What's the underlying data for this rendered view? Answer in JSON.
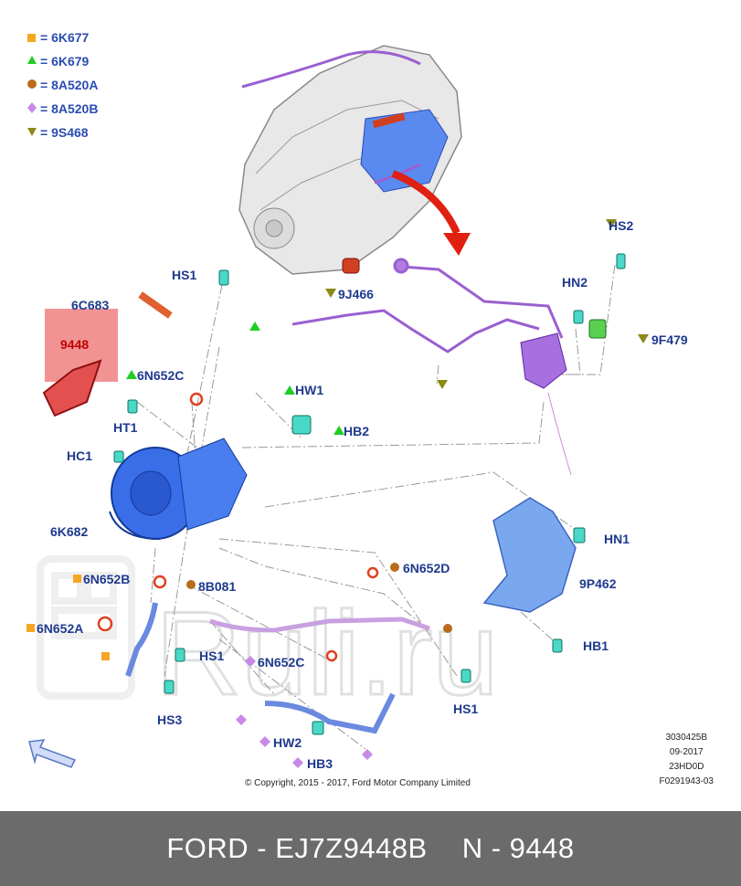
{
  "legend": [
    {
      "symbol": "square",
      "color": "#f5a623",
      "code": "= 6K677"
    },
    {
      "symbol": "triangle-up",
      "color": "#22cc22",
      "code": "= 6K679"
    },
    {
      "symbol": "circle",
      "color": "#b86c1c",
      "code": "= 8A520A"
    },
    {
      "symbol": "diamond",
      "color": "#c88ae6",
      "code": "= 8A520B"
    },
    {
      "symbol": "triangle-down",
      "color": "#8a8a14",
      "code": "= 9S468"
    }
  ],
  "labels": {
    "hs2": "HS2",
    "hs1_top": "HS1",
    "j466": "9J466",
    "c683": "6C683",
    "hn2": "HN2",
    "f479": "9F479",
    "p9448": "9448",
    "n652c": "6N652C",
    "hw1": "HW1",
    "ht1": "HT1",
    "hb2": "HB2",
    "hc1": "HC1",
    "k682": "6K682",
    "hn1": "HN1",
    "n652b": "6N652B",
    "b081": "8B081",
    "n652d": "6N652D",
    "p462": "9P462",
    "n652a": "6N652A",
    "hs1_left": "HS1",
    "n652c2": "6N652C",
    "hb1": "HB1",
    "hs3": "HS3",
    "hs1_bottom": "HS1",
    "hw2": "HW2",
    "hb3": "HB3"
  },
  "info": {
    "line1": "3030425B",
    "line2": "09-2017",
    "line3": "23HD0D",
    "line4": "F0291943-03"
  },
  "copyright": "© Copyright, 2015 - 2017, Ford Motor Company Limited",
  "watermark": "Ruli.ru",
  "footer": {
    "left": "FORD - EJ7Z9448B",
    "right": "N - 9448"
  },
  "colors": {
    "highlight": "#f08080",
    "turbo": "#3a6ee8",
    "hose": "#9a5fd0",
    "label": "#1f3a8e"
  }
}
